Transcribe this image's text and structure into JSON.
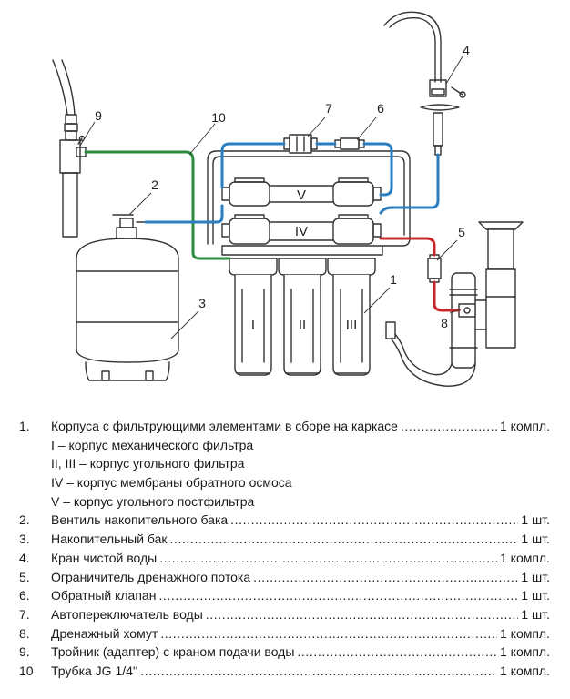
{
  "callouts": {
    "c1": "1",
    "c2": "2",
    "c3": "3",
    "c4": "4",
    "c5": "5",
    "c6": "6",
    "c7": "7",
    "c8": "8",
    "c9": "9",
    "c10": "10"
  },
  "housing_labels": {
    "h1": "I",
    "h2": "II",
    "h3": "III",
    "h4": "IV",
    "h5": "V"
  },
  "colors": {
    "outline": "#333333",
    "blue_tube": "#2b7fc0",
    "green_tube": "#2e8b3e",
    "red_tube": "#c8262b",
    "fill": "#ffffff"
  },
  "legend": [
    {
      "num": "1.",
      "label": "Корпуса с фильтрующими элементами в сборе на каркасе",
      "qty": "1 компл."
    },
    {
      "sub": "I – корпус механического фильтра"
    },
    {
      "sub": "II, III – корпус угольного фильтра"
    },
    {
      "sub": "IV – корпус мембраны обратного осмоса"
    },
    {
      "sub": "V – корпус угольного постфильтра"
    },
    {
      "num": "2.",
      "label": "Вентиль накопительного бака",
      "qty": "1 шт."
    },
    {
      "num": "3.",
      "label": "Накопительный бак",
      "qty": "1 шт."
    },
    {
      "num": "4.",
      "label": "Кран чистой воды",
      "qty": "1 компл."
    },
    {
      "num": "5.",
      "label": "Ограничитель дренажного потока",
      "qty": "1 шт."
    },
    {
      "num": "6.",
      "label": "Обратный клапан",
      "qty": "1 шт."
    },
    {
      "num": "7.",
      "label": "Автопереключатель воды",
      "qty": "1 шт."
    },
    {
      "num": "8.",
      "label": "Дренажный хомут",
      "qty": "1 компл."
    },
    {
      "num": "9.",
      "label": "Тройник (адаптер) с краном подачи воды",
      "qty": "1 компл."
    },
    {
      "num": "10",
      "label": "Трубка JG 1/4''",
      "qty": "1 компл."
    }
  ]
}
